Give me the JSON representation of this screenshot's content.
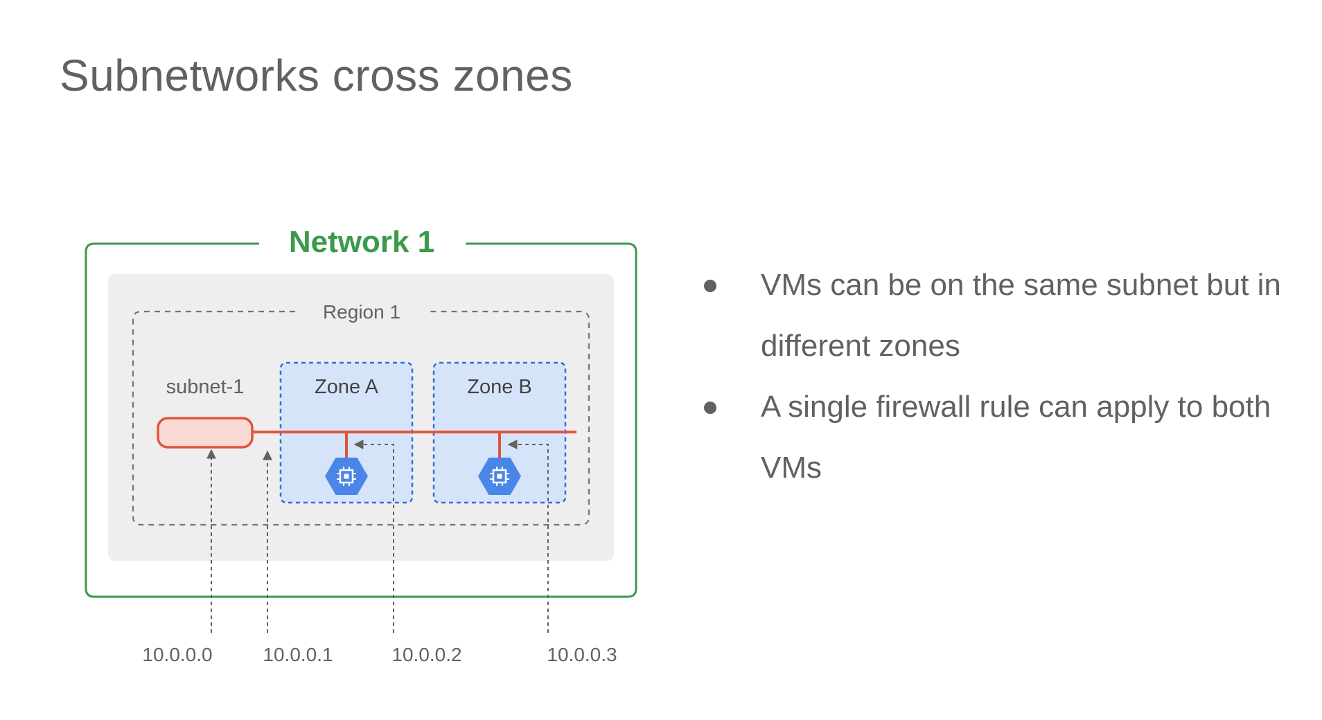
{
  "slide": {
    "title": "Subnetworks cross zones"
  },
  "diagram": {
    "network_label": "Network 1",
    "region_label": "Region 1",
    "subnet_label": "subnet-1",
    "zones": [
      {
        "label": "Zone A",
        "vm_icon": "compute-engine-icon"
      },
      {
        "label": "Zone B",
        "vm_icon": "compute-engine-icon"
      }
    ],
    "ip_addresses": [
      "10.0.0.0",
      "10.0.0.1",
      "10.0.0.2",
      "10.0.0.3"
    ],
    "colors": {
      "network_border": "#3c9a4b",
      "region_bg": "#eeeeee",
      "zone_fill": "#d6e4fa",
      "zone_border": "#2f6fd6",
      "subnet_line": "#e2543c",
      "subnet_fill": "#fbdad4",
      "vm_hex": "#4a86e8",
      "text": "#616161"
    }
  },
  "bullets": [
    "VMs can be on the same subnet but in different zones",
    "A single firewall rule can apply to both VMs"
  ]
}
